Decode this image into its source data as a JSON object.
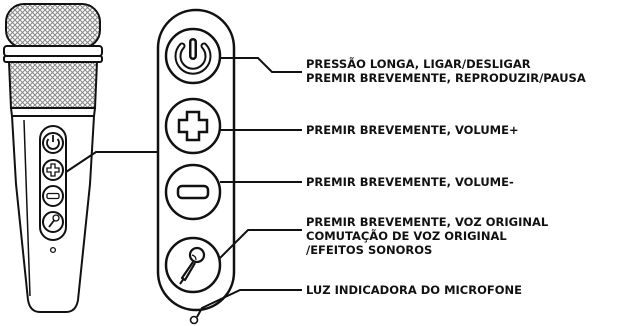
{
  "colors": {
    "ink": "#111111",
    "background": "#ffffff",
    "mesh": "#9a9a9a"
  },
  "icons": [
    "power-icon",
    "plus-icon",
    "minus-icon",
    "microphone-icon",
    "indicator-light-icon"
  ],
  "labels": {
    "power": {
      "line1": "PRESSÃO LONGA, LIGAR/DESLIGAR",
      "line2": "PREMIR BREVEMENTE, REPRODUZIR/PAUSA"
    },
    "volume_up": "PREMIR BREVEMENTE, VOLUME+",
    "volume_down": "PREMIR BREVEMENTE, VOLUME-",
    "voice": {
      "line1": "PREMIR BREVEMENTE, VOZ ORIGINAL",
      "line2": "COMUTAÇÃO DE VOZ ORIGINAL",
      "line3": "/EFEITOS SONOROS"
    },
    "indicator": "LUZ INDICADORA DO MICROFONE"
  }
}
